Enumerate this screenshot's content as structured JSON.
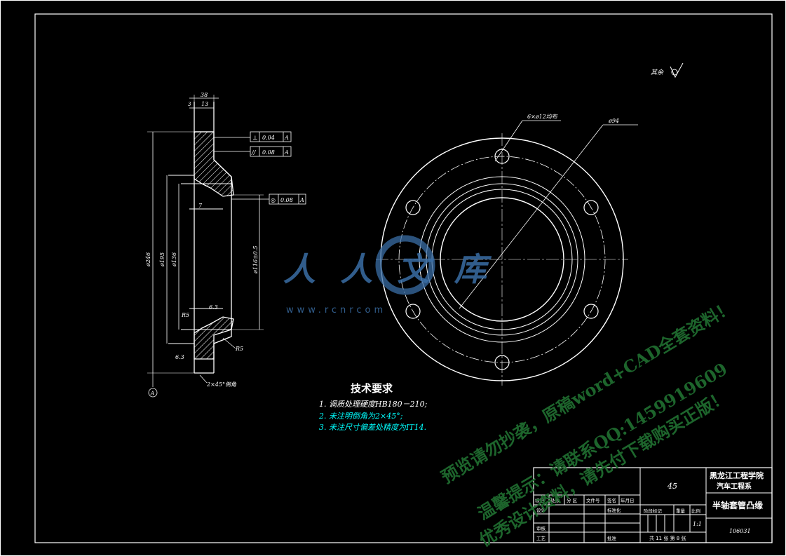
{
  "roughness_note": "其余",
  "side_view": {
    "dim_top_overall": "38",
    "dim_top_inner": "13",
    "dim_top_small": "3",
    "dim_dia_outer": "ø246",
    "dim_dia_pilot": "ø195",
    "dim_dia_bore": "ø136",
    "dim_dia_mid": "ø116±0.5",
    "dim_step": "7",
    "rough_a": "6.3",
    "rough_b": "6.3",
    "radius_r5": "R5",
    "radius_r5b": "R5",
    "chamfer_note": "2×45°倒角",
    "datum_label": "A",
    "tol1_sym": "⊥",
    "tol1_val": "0.04",
    "tol1_ref": "A",
    "tol2_sym": "//",
    "tol2_val": "0.08",
    "tol2_ref": "A",
    "tol3_sym": "◎",
    "tol3_val": "0.08",
    "tol3_ref": "A"
  },
  "front_view": {
    "holes_note": "6×ø12均布",
    "pcd_note": "ø94"
  },
  "tech_req": {
    "title": "技术要求",
    "items": [
      "1. 调质处理硬度HB180－210;",
      "2. 未注明倒角为2×45°;",
      "3. 未注尺寸偏差处精度为IT14."
    ]
  },
  "title_block": {
    "school": "黑龙江工程学院",
    "dept": "汽车工程系",
    "material": "45",
    "part_name": "半轴套管凸缘",
    "drawing_no": "106031",
    "scale": "1:1",
    "sheet_info": "共 11 张  第 8 张",
    "h_mark": "标记",
    "h_count": "处数",
    "h_zone": "分 区",
    "h_doc": "文件号",
    "h_sign": "签名",
    "h_date": "年月日",
    "design": "设计",
    "standard": "标准化",
    "review": "审核",
    "process": "工艺",
    "approve": "批准",
    "stage": "阶段标记",
    "weight": "重量",
    "ratio": "比例"
  },
  "watermarks": {
    "logo": "人人文库",
    "url": "www.rcnrcom",
    "line1": "预览请勿抄袭，原稿word+CAD全套资料！",
    "line2": "温馨提示：请联系QQ:1459919609",
    "line3": "优秀设计资料，请先付下载购买正版！"
  },
  "colors": {
    "line": "#ffffff",
    "cyan": "#00ffff",
    "yellow": "#ffff00",
    "wm_blue": "#3a6ea5",
    "wm_green": "#1f6b2f"
  }
}
